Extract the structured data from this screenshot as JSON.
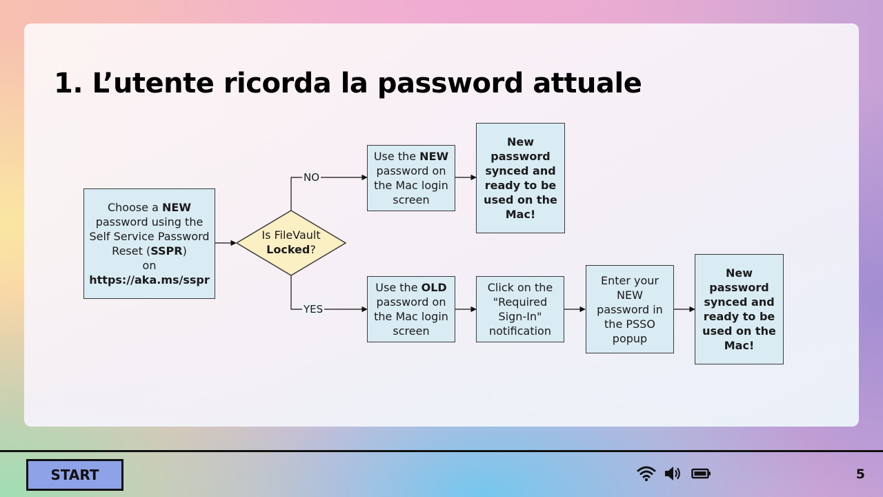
{
  "slide": {
    "title": "1. L’utente ricorda la password attuale",
    "page_number": "5"
  },
  "flowchart": {
    "start_box": {
      "line1_pre": "Choose a ",
      "line1_bold": "NEW",
      "line2": "password using the",
      "line3": "Self Service Password",
      "line4_pre": "Reset (",
      "line4_bold": "SSPR",
      "line4_post": ")",
      "line5": "on",
      "line6_bold": "https://aka.ms/sspr"
    },
    "decision": {
      "line1": "Is FileVault",
      "line2_bold": "Locked",
      "line2_post": "?"
    },
    "no_label": "NO",
    "yes_label": "YES",
    "no_branch": {
      "use_new": {
        "pre": "Use the ",
        "bold": "NEW",
        "line2": "password on",
        "line3": "the Mac login",
        "line4": "screen"
      },
      "result": [
        "New",
        "password",
        "synced and",
        "ready to be",
        "used on the",
        "Mac!"
      ]
    },
    "yes_branch": {
      "use_old": {
        "pre": "Use the ",
        "bold": "OLD",
        "line2": "password on",
        "line3": "the Mac login",
        "line4": "screen"
      },
      "click_notification": [
        "Click on the",
        "\"Required",
        "Sign-In\"",
        "notification"
      ],
      "enter_psso": [
        "Enter your",
        "NEW",
        "password in",
        "the PSSO",
        "popup"
      ],
      "result": [
        "New",
        "password",
        "synced and",
        "ready to be",
        "used on the",
        "Mac!"
      ]
    },
    "colors": {
      "box_fill": "#d9ebf3",
      "decision_fill": "#fbefc4",
      "stroke": "#3a3a3a"
    }
  },
  "taskbar": {
    "start_label": "START",
    "icons": [
      "wifi-icon",
      "speaker-icon",
      "battery-icon"
    ],
    "accent": "#8ea2e8"
  }
}
